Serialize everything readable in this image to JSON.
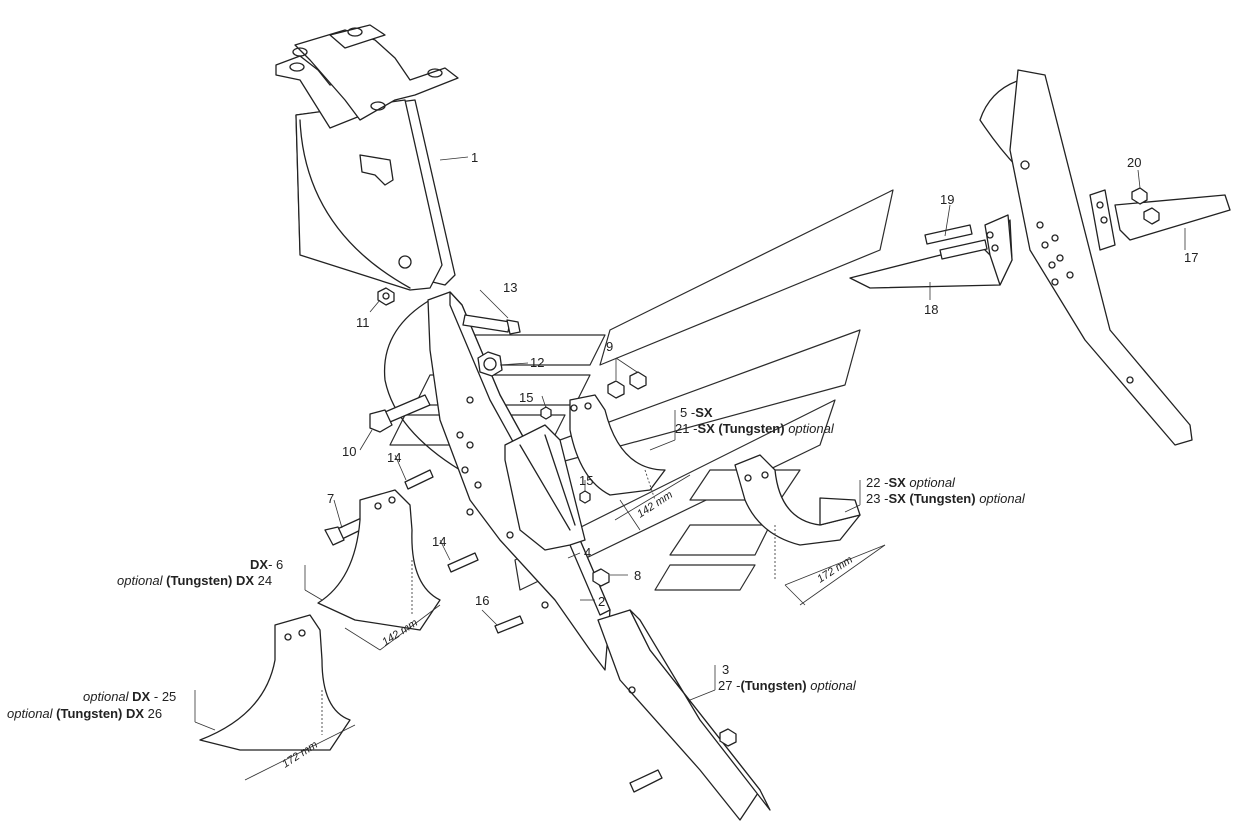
{
  "part_numbers": [
    "1",
    "2",
    "3",
    "4",
    "7",
    "8",
    "9",
    "10",
    "11",
    "12",
    "13",
    "14",
    "14",
    "15",
    "15",
    "16",
    "17",
    "18",
    "19",
    "20"
  ],
  "labels": {
    "p5_num": "5",
    "p5_dash": "-",
    "p5_sx": "SX",
    "p21_num": "21",
    "p21_dash": "-",
    "p21_sx": "SX (Tungsten)",
    "p21_opt": "optional",
    "p22_num": "22",
    "p22_dash": "-",
    "p22_sx": "SX",
    "p22_opt": "optional",
    "p23_num": "23",
    "p23_dash": "-",
    "p23_sx": "SX (Tungsten)",
    "p23_opt": "optional",
    "dx6_dx": "DX",
    "dx6_dash": "-",
    "dx6_num": "6",
    "dx24_opt": "optional",
    "dx24_tung": "(Tungsten)",
    "dx24_dx": "DX",
    "dx24_num": "24",
    "dx25_opt": "optional",
    "dx25_dx": "DX",
    "dx25_dash": "-",
    "dx25_num": "25",
    "dx26_opt": "optional",
    "dx26_tung": "(Tungsten)",
    "dx26_dx": "DX",
    "dx26_num": "26",
    "p3_num": "3",
    "p27_num": "27",
    "p27_dash": "-",
    "p27_tung": "(Tungsten)",
    "p27_opt": "optional"
  },
  "dimensions": [
    "142 mm",
    "142 mm",
    "172 mm",
    "172 mm"
  ]
}
